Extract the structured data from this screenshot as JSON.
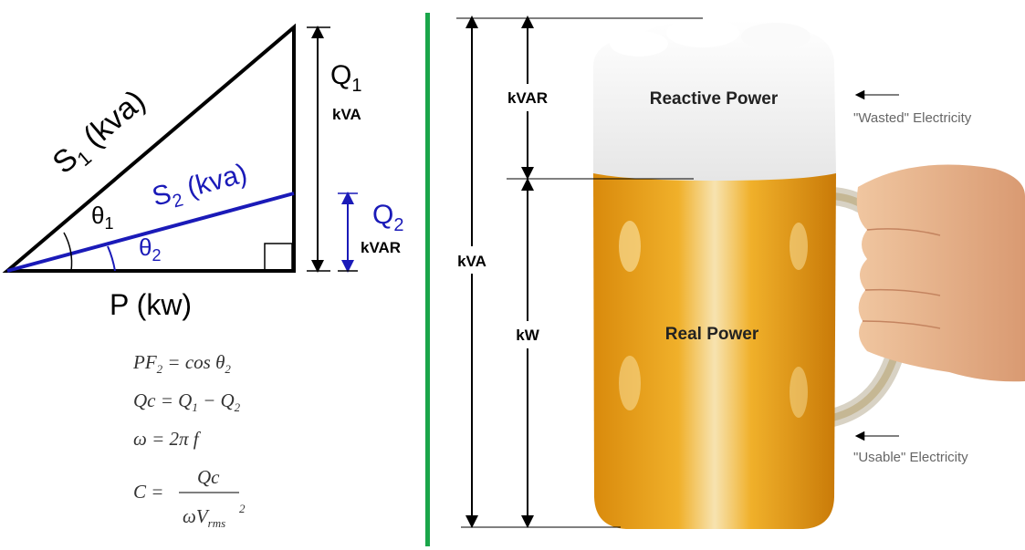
{
  "triangle": {
    "s1_label": "S",
    "s1_sub": "1",
    "s1_unit": " (kva)",
    "s2_label": "S",
    "s2_sub": "2",
    "s2_unit": " (kva)",
    "theta1_label": "θ",
    "theta1_sub": "1",
    "theta2_label": "θ",
    "theta2_sub": "2",
    "p_label": "P (kw)",
    "q1_label": "Q",
    "q1_sub": "1",
    "q1_unit": "kVA",
    "q2_label": "Q",
    "q2_sub": "2",
    "q2_unit": "kVAR",
    "colors": {
      "black": "#000000",
      "blue": "#1a1ab8"
    }
  },
  "formulas": {
    "pf_lhs": "PF",
    "pf_sub": "2",
    "pf_rhs": " = cos θ",
    "pf_rhs_sub": "2",
    "qc_lhs": "Qc = Q",
    "qc_sub1": "1",
    "qc_mid": " − Q",
    "qc_sub2": "2",
    "omega": "ω = 2π f",
    "c_lhs": "C =",
    "c_num": "Qc",
    "c_den": "ωV",
    "c_den_sub": "rms",
    "c_den_sup": "2"
  },
  "divider_color": "#1aa64a",
  "mug": {
    "kva_label": "kVA",
    "kvar_label": "kVAR",
    "kw_label": "kW",
    "reactive_label": "Reactive Power",
    "real_label": "Real Power",
    "wasted_label": "\"Wasted\" Electricity",
    "usable_label": "\"Usable\" Electricity",
    "colors": {
      "beer": "#e8a317",
      "foam": "#f5f5f5",
      "skin": "#eab88f"
    }
  }
}
